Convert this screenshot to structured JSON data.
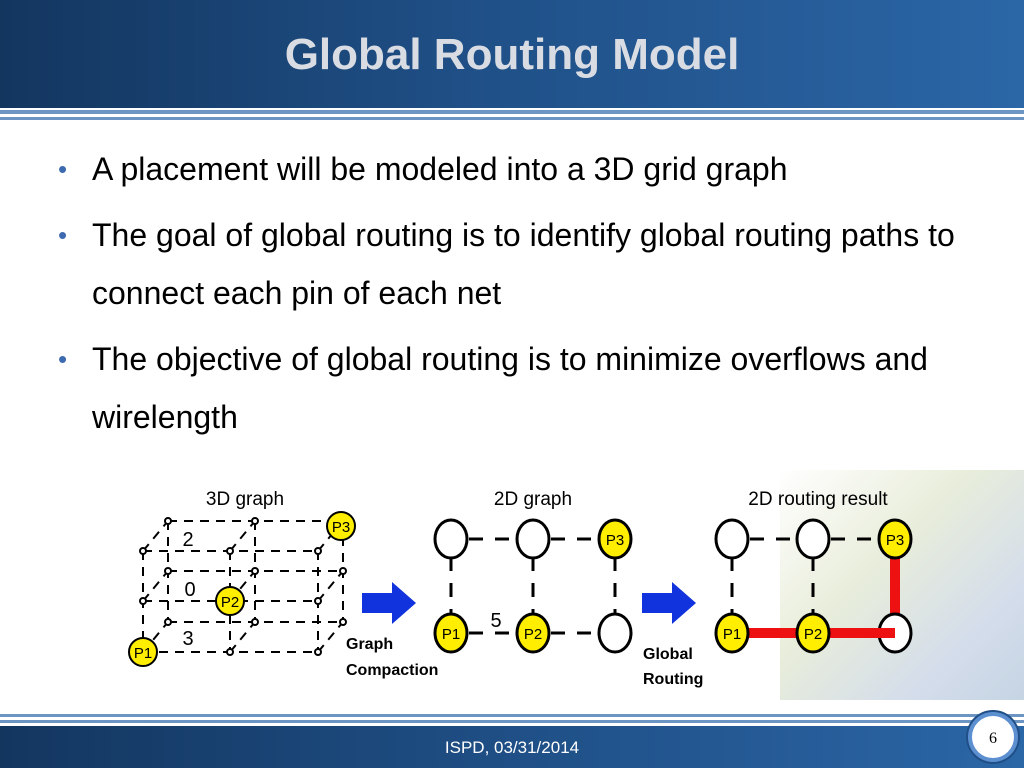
{
  "slide": {
    "title": "Global Routing Model",
    "bullets": [
      "A placement will be modeled into a 3D grid graph",
      "The goal of global routing is to identify global routing paths to connect each pin of each net",
      "The objective of global routing is to minimize overflows and wirelength"
    ]
  },
  "diagram": {
    "labels": {
      "graph3d": "3D graph",
      "graph2d": "2D graph",
      "result2d": "2D routing result",
      "step1_line1": "Graph",
      "step1_line2": "Compaction",
      "step2_line1": "Global",
      "step2_line2": "Routing"
    },
    "pins": {
      "p1": "P1",
      "p2": "P2",
      "p3": "P3"
    },
    "edge_weights": {
      "top": "2",
      "mid": "0",
      "bottom": "3",
      "compacted": "5"
    },
    "colors": {
      "pin_fill": "#ffee00",
      "route": "#ee1111",
      "arrow": "#1133dd"
    }
  },
  "footer": {
    "text": "ISPD, 03/31/2014",
    "page_number": "6"
  }
}
